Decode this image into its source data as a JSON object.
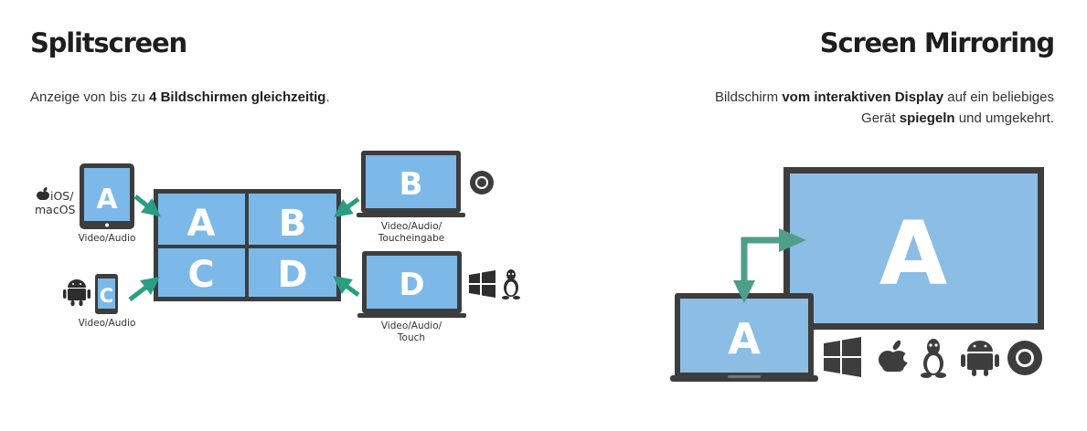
{
  "splitscreen": {
    "title": "Splitscreen",
    "desc_pre": "Anzeige von bis zu ",
    "desc_bold": "4 Bildschirmen gleichzeitig",
    "desc_post": ".",
    "labels": {
      "a": "A",
      "b": "B",
      "c": "C",
      "d": "D"
    },
    "os_ios": "iOS/",
    "os_macos": "macOS",
    "caption_a": "Video/Audio",
    "caption_b_1": "Video/Audio/",
    "caption_b_2": "Toucheingabe",
    "caption_c": "Video/Audio",
    "caption_d_1": "Video/Audio/",
    "caption_d_2": "Touch",
    "icons": [
      "apple-icon",
      "android-icon",
      "chrome-icon",
      "windows-icon",
      "linux-icon"
    ]
  },
  "mirroring": {
    "title": "Screen Mirroring",
    "line1_pre": "Bildschirm ",
    "line1_bold": "vom interaktiven Display",
    "line1_post": " auf ein beliebiges",
    "line2_pre": "Gerät ",
    "line2_bold": "spiegeln",
    "line2_post": " und umgekehrt.",
    "label_display": "A",
    "label_laptop": "A",
    "icons": [
      "windows-icon",
      "apple-icon",
      "linux-icon",
      "android-icon",
      "chrome-icon"
    ]
  },
  "colors": {
    "screen": "#7cb9e8",
    "frame": "#3d3d3d",
    "arrow": "#2a9d82",
    "arrow_mirror": "#4f9e8a"
  }
}
